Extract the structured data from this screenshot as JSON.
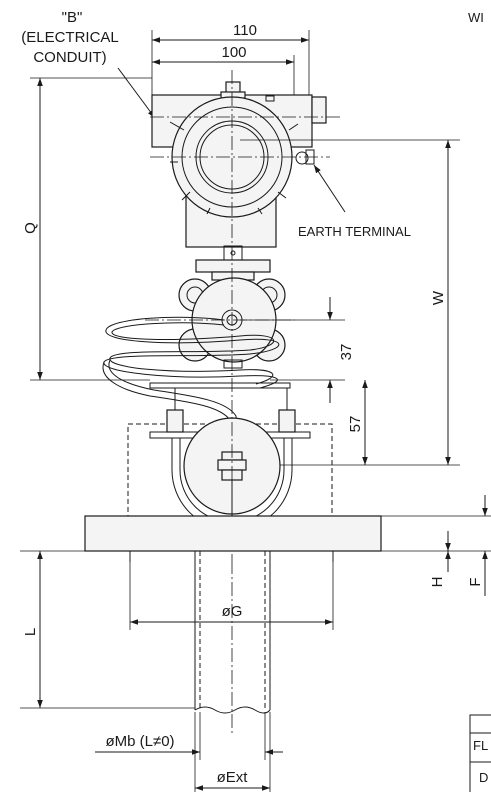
{
  "labels": {
    "conduit_b": "\"B\"",
    "conduit_text1": "(ELECTRICAL",
    "conduit_text2": "CONDUIT)",
    "earth_terminal": "EARTH TERMINAL",
    "cut_text": "WI",
    "table_row1": "FL",
    "table_row2": "D"
  },
  "dimensions": {
    "d110": "110",
    "d100": "100",
    "q": "Q",
    "w": "W",
    "d37": "37",
    "d57": "57",
    "h": "H",
    "f": "F",
    "l": "L",
    "g": "øG",
    "mb": "øMb (L≠0)",
    "ext": "øExt"
  }
}
